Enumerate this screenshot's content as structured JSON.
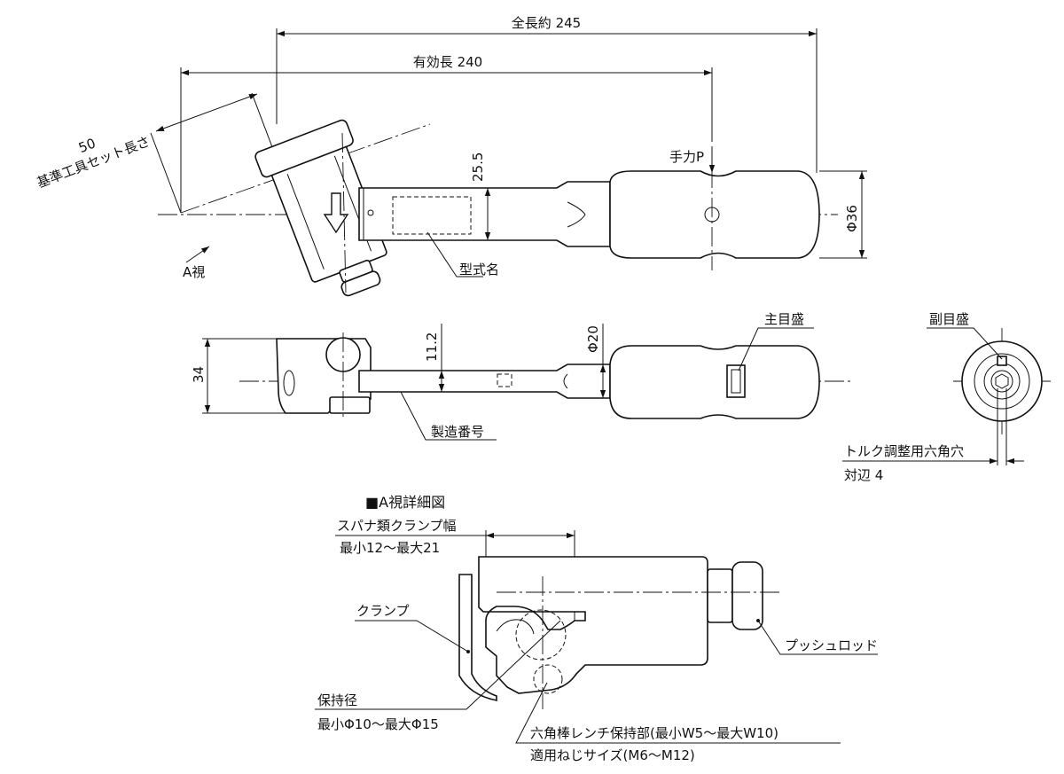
{
  "dimensions": {
    "overall_length": "全長約 245",
    "effective_length": "有効長 240",
    "reference_tool_length_value": "50",
    "reference_tool_length_label": "基準工具セット長さ",
    "height_25_5": "25.5",
    "diameter_36": "Φ36",
    "height_11_2": "11.2",
    "diameter_20": "Φ20",
    "width_34": "34"
  },
  "labels": {
    "hand_force": "手力P",
    "view_a": "A視",
    "model_name": "型式名",
    "main_scale": "主目盛",
    "sub_scale": "副目盛",
    "serial_number": "製造番号",
    "hex_hole": "トルク調整用六角穴",
    "hex_size": "対辺 4"
  },
  "detail": {
    "title": "■A視詳細図",
    "spanner_clamp_width": "スパナ類クランプ幅",
    "spanner_clamp_range": "最小12～最大21",
    "clamp": "クランプ",
    "push_rod": "プッシュロッド",
    "holding_diameter": "保持径",
    "holding_diameter_range": "最小Φ10～最大Φ15",
    "hex_bar_holder": "六角棒レンチ保持部(最小W5～最大W10)",
    "screw_size": "適用ねじサイズ(M6～M12)"
  },
  "colors": {
    "line": "#111111",
    "background": "#ffffff"
  }
}
